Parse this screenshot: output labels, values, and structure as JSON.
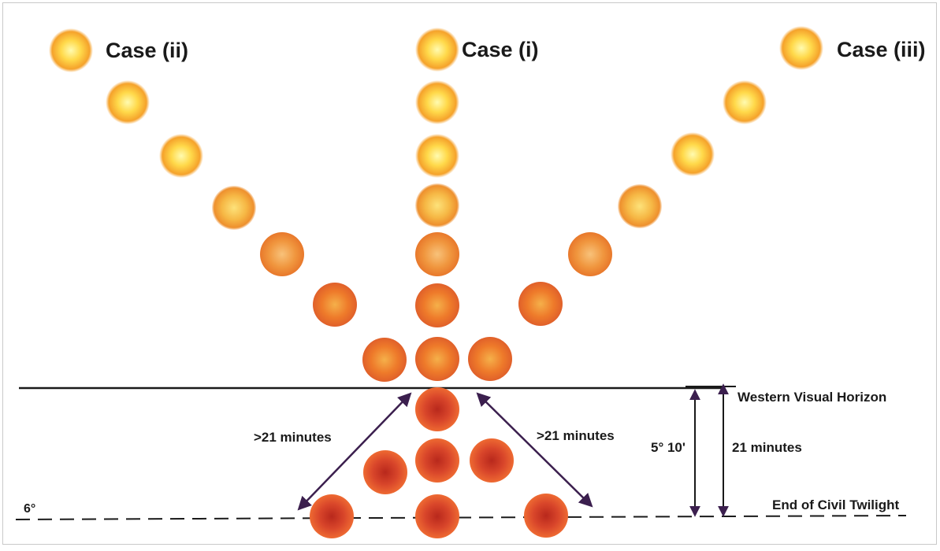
{
  "labels": {
    "case_ii": "Case (ii)",
    "case_i": "Case (i)",
    "case_iii": "Case (iii)",
    "western_horizon": "Western Visual Horizon",
    "end_civil_twilight": "End of Civil Twilight",
    "six_degrees": "6°",
    "left_duration": ">21 minutes",
    "right_duration": ">21 minutes",
    "angle": "5° 10'",
    "vertical_duration": "21 minutes"
  },
  "colors": {
    "arrow": "#3b1f4e",
    "line": "#1a1a1a",
    "text": "#1a1a1a",
    "sun_high_center": "#fff27a",
    "sun_high_edge": "#f5a22b",
    "sun_mid_center": "#f8c56a",
    "sun_mid_edge": "#e8782b",
    "sun_low_center": "#c8321c",
    "sun_low_edge": "#e8622d"
  },
  "sun_icon": "sun-disc-icon"
}
